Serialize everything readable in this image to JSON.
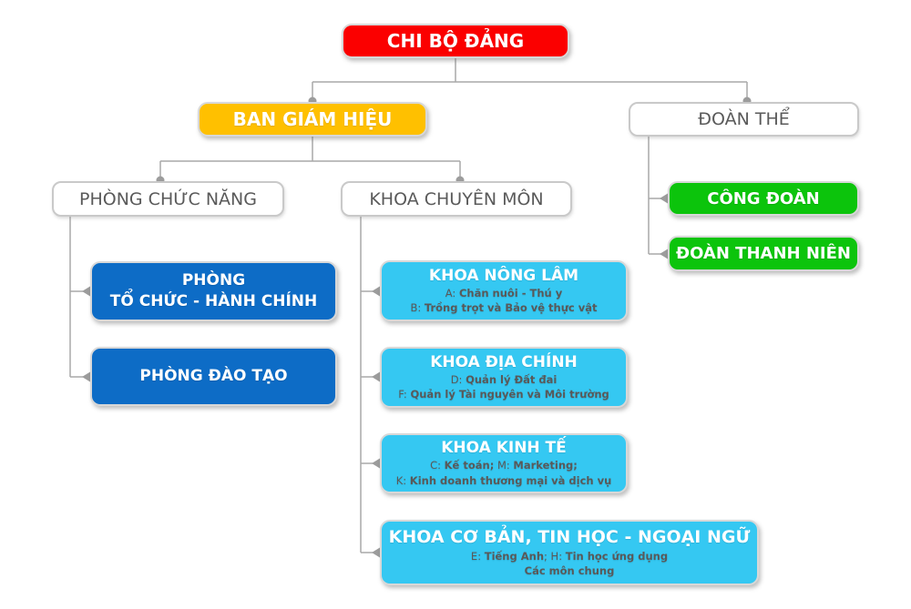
{
  "diagram": {
    "type": "org-chart",
    "colors": {
      "party_red": "#FB0000",
      "board_yellow": "#FFC000",
      "group_white": "#FFFFFF",
      "office_blue": "#0D6CC6",
      "faculty_cyan": "#35C8F2",
      "union_green": "#0CC40C",
      "connector_gray": "#A9A9A9",
      "subtext_gray": "#595959"
    },
    "nodes": {
      "chi_bo_dang": {
        "label": "CHI BỘ ĐẢNG"
      },
      "ban_giam_hieu": {
        "label": "BAN GIÁM HIỆU"
      },
      "doan_the": {
        "label": "ĐOÀN THỂ"
      },
      "phong_chuc_nang": {
        "label": "PHÒNG CHỨC NĂNG"
      },
      "khoa_chuyen_mon": {
        "label": "KHOA CHUYÊN MÔN"
      },
      "phong_to_chuc": {
        "label": "PHÒNG\nTỔ CHỨC - HÀNH CHÍNH"
      },
      "phong_dao_tao": {
        "label": "PHÒNG ĐÀO TẠO"
      },
      "khoa_nong_lam": {
        "title": "KHOA NÔNG LÂM",
        "sub": [
          [
            {
              "t": "A: ",
              "b": false
            },
            {
              "t": "Chăn nuôi - Thú y",
              "b": true
            }
          ],
          [
            {
              "t": "B: ",
              "b": false
            },
            {
              "t": "Trồng trọt và Bảo vệ thực vật",
              "b": true
            }
          ]
        ]
      },
      "khoa_dia_chinh": {
        "title": "KHOA ĐỊA CHÍNH",
        "sub": [
          [
            {
              "t": "D: ",
              "b": false
            },
            {
              "t": "Quản lý Đất đai",
              "b": true
            }
          ],
          [
            {
              "t": "F: ",
              "b": false
            },
            {
              "t": "Quản lý Tài nguyên và Môi trường",
              "b": true
            }
          ]
        ]
      },
      "khoa_kinh_te": {
        "title": "KHOA KINH TẾ",
        "sub": [
          [
            {
              "t": "C: ",
              "b": false
            },
            {
              "t": "Kế toán;",
              "b": true
            },
            {
              "t": " M: ",
              "b": false
            },
            {
              "t": "Marketing;",
              "b": true
            }
          ],
          [
            {
              "t": "K: ",
              "b": false
            },
            {
              "t": "Kinh doanh thương mại và dịch vụ",
              "b": true
            }
          ]
        ]
      },
      "khoa_co_ban": {
        "title": "KHOA CƠ BẢN, TIN HỌC - NGOẠI NGỮ",
        "sub": [
          [
            {
              "t": "E: ",
              "b": false
            },
            {
              "t": "Tiếng Anh",
              "b": true
            },
            {
              "t": "; H: ",
              "b": false
            },
            {
              "t": "Tin học ứng dụng",
              "b": true
            }
          ],
          [
            {
              "t": "Các môn chung",
              "b": true
            }
          ]
        ]
      },
      "cong_doan": {
        "label": "CÔNG ĐOÀN"
      },
      "doan_thanh_nien": {
        "label": "ĐOÀN THANH NIÊN"
      }
    }
  }
}
